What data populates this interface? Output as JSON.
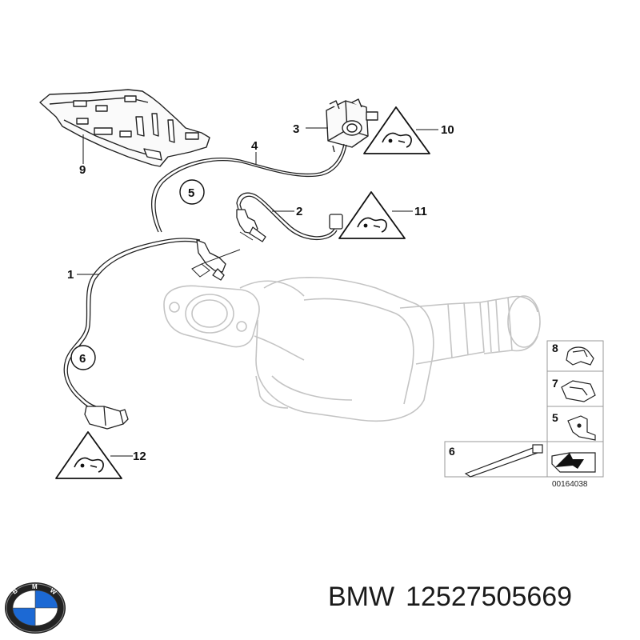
{
  "diagram": {
    "callouts": [
      "1",
      "2",
      "3",
      "4",
      "5",
      "6",
      "9",
      "10",
      "11",
      "12"
    ],
    "legend_items": [
      "8",
      "7",
      "5",
      "6"
    ],
    "drawing_code": "00164038"
  },
  "footer": {
    "brand": "BMW",
    "part_number": "12527505669"
  },
  "logo": {
    "letters": [
      "B",
      "M",
      "W"
    ],
    "colors": {
      "blue": "#1c69d4",
      "white": "#ffffff",
      "ring": "#222222"
    }
  }
}
